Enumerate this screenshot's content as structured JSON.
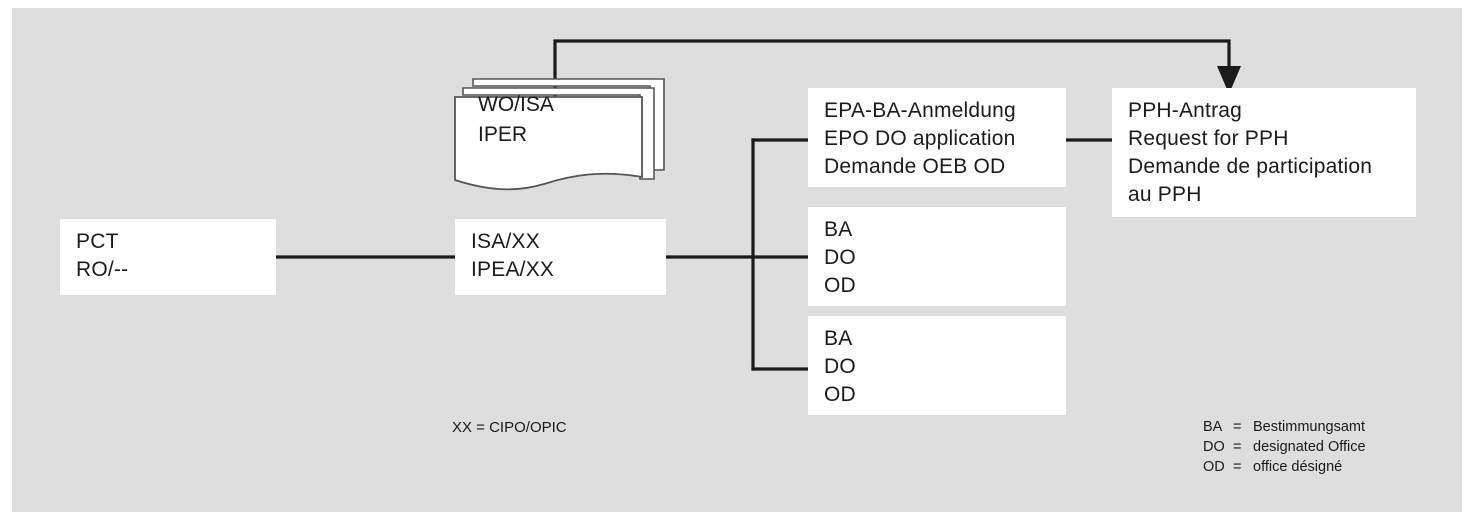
{
  "diagram": {
    "title": "PCT PPH route diagram",
    "background_color": "#dedede",
    "node_fill": "#ffffff",
    "line_color": "#1b1b1b",
    "nodes": {
      "pct": "PCT\nRO/--",
      "isa": "ISA/XX\nIPEA/XX",
      "wo_isa_iper": "WO/ISA\nIPER",
      "epa_ba": "EPA-BA-Anmeldung\nEPO DO application\nDemande OEB OD",
      "ba_do_od_1": "BA\nDO\nOD",
      "ba_do_od_2": "BA\nDO\nOD",
      "pph": "PPH-Antrag\nRequest for PPH\nDemande de participation\nau PPH"
    },
    "notes": {
      "xx": "XX = CIPO/OPIC"
    },
    "legend": [
      {
        "key": "BA",
        "eq": "=",
        "value": "Bestimmungsamt"
      },
      {
        "key": "DO",
        "eq": "=",
        "value": "designated Office"
      },
      {
        "key": "OD",
        "eq": "=",
        "value": "office désigné"
      }
    ]
  }
}
